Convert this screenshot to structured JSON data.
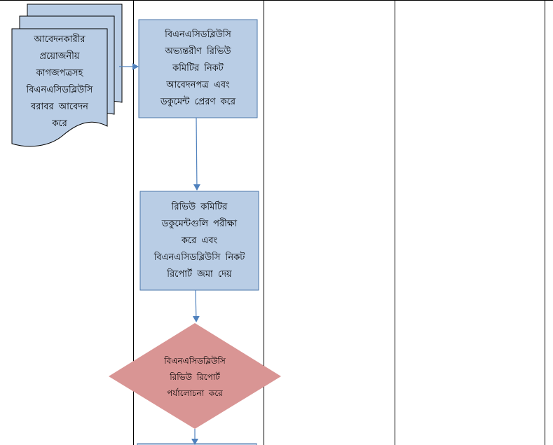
{
  "diagram": {
    "doc_node": {
      "lines": [
        "আবেদনকারীর",
        "প্রয়োজনীয়",
        "কাগজপত্রসহ",
        "বিএনএসিডব্লিউসি",
        "বরাবর আবেদন",
        "করে"
      ]
    },
    "submit_node": {
      "lines": [
        "বিএনএসিডব্লিউসি",
        "অভ্যন্তরীণ রিভিউ",
        "কমিটির নিকট",
        "আবেদনপত্র এবং",
        "ডকুমেন্ট প্রেরণ করে"
      ]
    },
    "review_node": {
      "lines": [
        "রিভিউ কমিটির",
        "ডকুমেন্টগুলি পরীক্ষা",
        "করে এবং",
        "বিএনএসিডব্লিউসি নিকট",
        "রিপোর্ট জমা দেয়"
      ]
    },
    "decision_node": {
      "lines": [
        "বিএনএসিডব্লিউসি",
        "রিভিউ রিপোর্ট",
        "পর্যালোচনা করে"
      ]
    },
    "colors": {
      "process_fill": "#b9cde5",
      "process_stroke": "#4a76aa",
      "decision_fill": "#d99594",
      "arrow": "#4f81bd",
      "lane_border": "#000000"
    }
  }
}
